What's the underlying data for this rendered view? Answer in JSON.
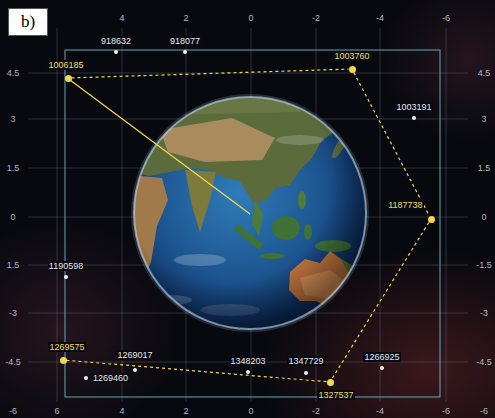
{
  "diagram": {
    "nodes": [
      {
        "text": [
          "b)"
        ]
      },
      {
        "text": [
          "918632"
        ]
      },
      {
        "text": [
          "918077"
        ]
      },
      {
        "text": [
          "1006185"
        ]
      },
      {
        "text": [
          "1003760"
        ]
      },
      {
        "text": [
          "1003191"
        ]
      },
      {
        "text": [
          "1187738"
        ]
      },
      {
        "text": [
          "1190598"
        ]
      },
      {
        "text": [
          "1269575"
        ]
      },
      {
        "text": [
          "1269460"
        ]
      },
      {
        "text": [
          "1269017"
        ]
      },
      {
        "text": [
          "1348203"
        ]
      },
      {
        "text": [
          "1347729"
        ]
      },
      {
        "text": [
          "1327537"
        ]
      },
      {
        "text": [
          "1266925"
        ]
      }
    ],
    "edges": [
      {
        "from": 3,
        "to": 4,
        "arrow": "none"
      },
      {
        "from": 4,
        "to": 6,
        "arrow": "none"
      },
      {
        "from": 6,
        "to": 13,
        "arrow": "none"
      },
      {
        "from": 13,
        "to": 8,
        "arrow": "none"
      }
    ],
    "labels": [
      "4",
      "2",
      "0",
      "-2",
      "-4",
      "-6",
      "4.5",
      "3",
      "1.5",
      "0",
      "-1.5",
      "-3",
      "-4.5",
      "-6",
      "4.5",
      "3",
      "1.5",
      "0",
      "1.5",
      "-3",
      "-4.5",
      "-6",
      "6",
      "4",
      "2",
      "0",
      "-2",
      "-4",
      "-6"
    ]
  }
}
